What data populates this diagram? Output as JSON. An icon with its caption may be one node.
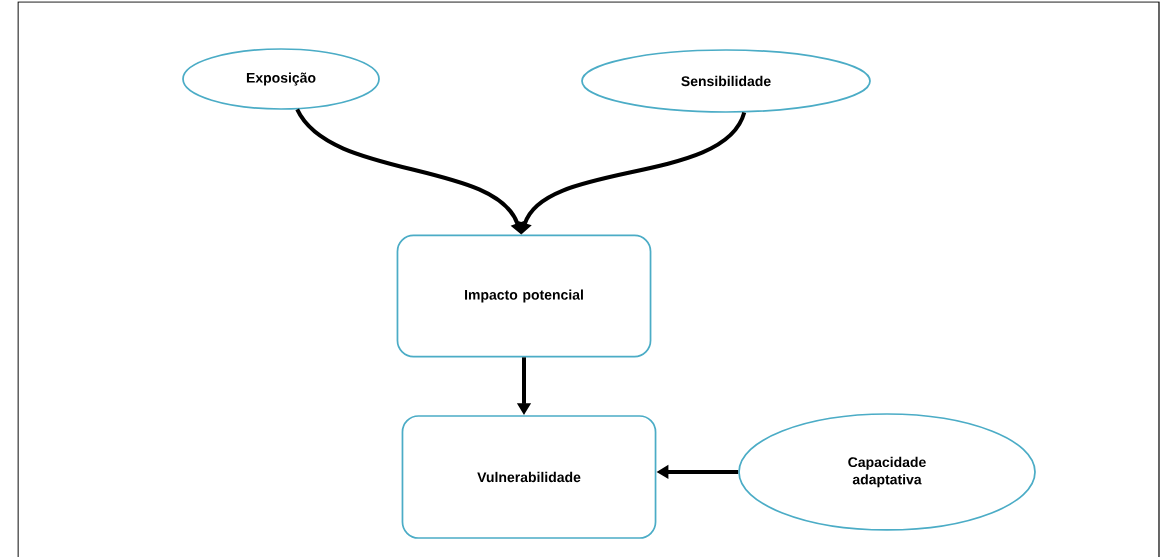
{
  "diagram": {
    "nodes": [
      {
        "text": [
          "Exposição"
        ]
      },
      {
        "text": [
          "Sensibilidade"
        ]
      },
      {
        "text": [
          "Impacto potencial"
        ]
      },
      {
        "text": [
          "Vulnerabilidade"
        ]
      },
      {
        "text": [
          "Capacidade adaptativa"
        ]
      }
    ],
    "edges": [
      {
        "from": 0,
        "to": 2,
        "arrow": "to"
      },
      {
        "from": 1,
        "to": 2,
        "arrow": "to"
      },
      {
        "from": 2,
        "to": 3,
        "arrow": "to"
      },
      {
        "from": 4,
        "to": 3,
        "arrow": "to"
      }
    ]
  }
}
